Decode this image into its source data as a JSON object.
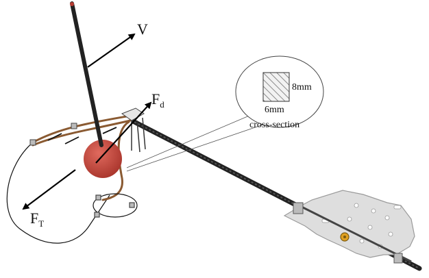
{
  "labels": {
    "velocity": "V",
    "drag_force": "F",
    "drag_force_subscript": "d",
    "tension_force": "F",
    "tension_force_subscript": "T",
    "cross_section_height": "8mm",
    "cross_section_width": "6mm",
    "cross_section_caption": "cross-section"
  },
  "colors": {
    "sphere": "#c8453a",
    "cable": "#8a5a32",
    "rod": "#1e1e1e",
    "plate": "#d9d9d9",
    "gear": "#e0a020"
  }
}
